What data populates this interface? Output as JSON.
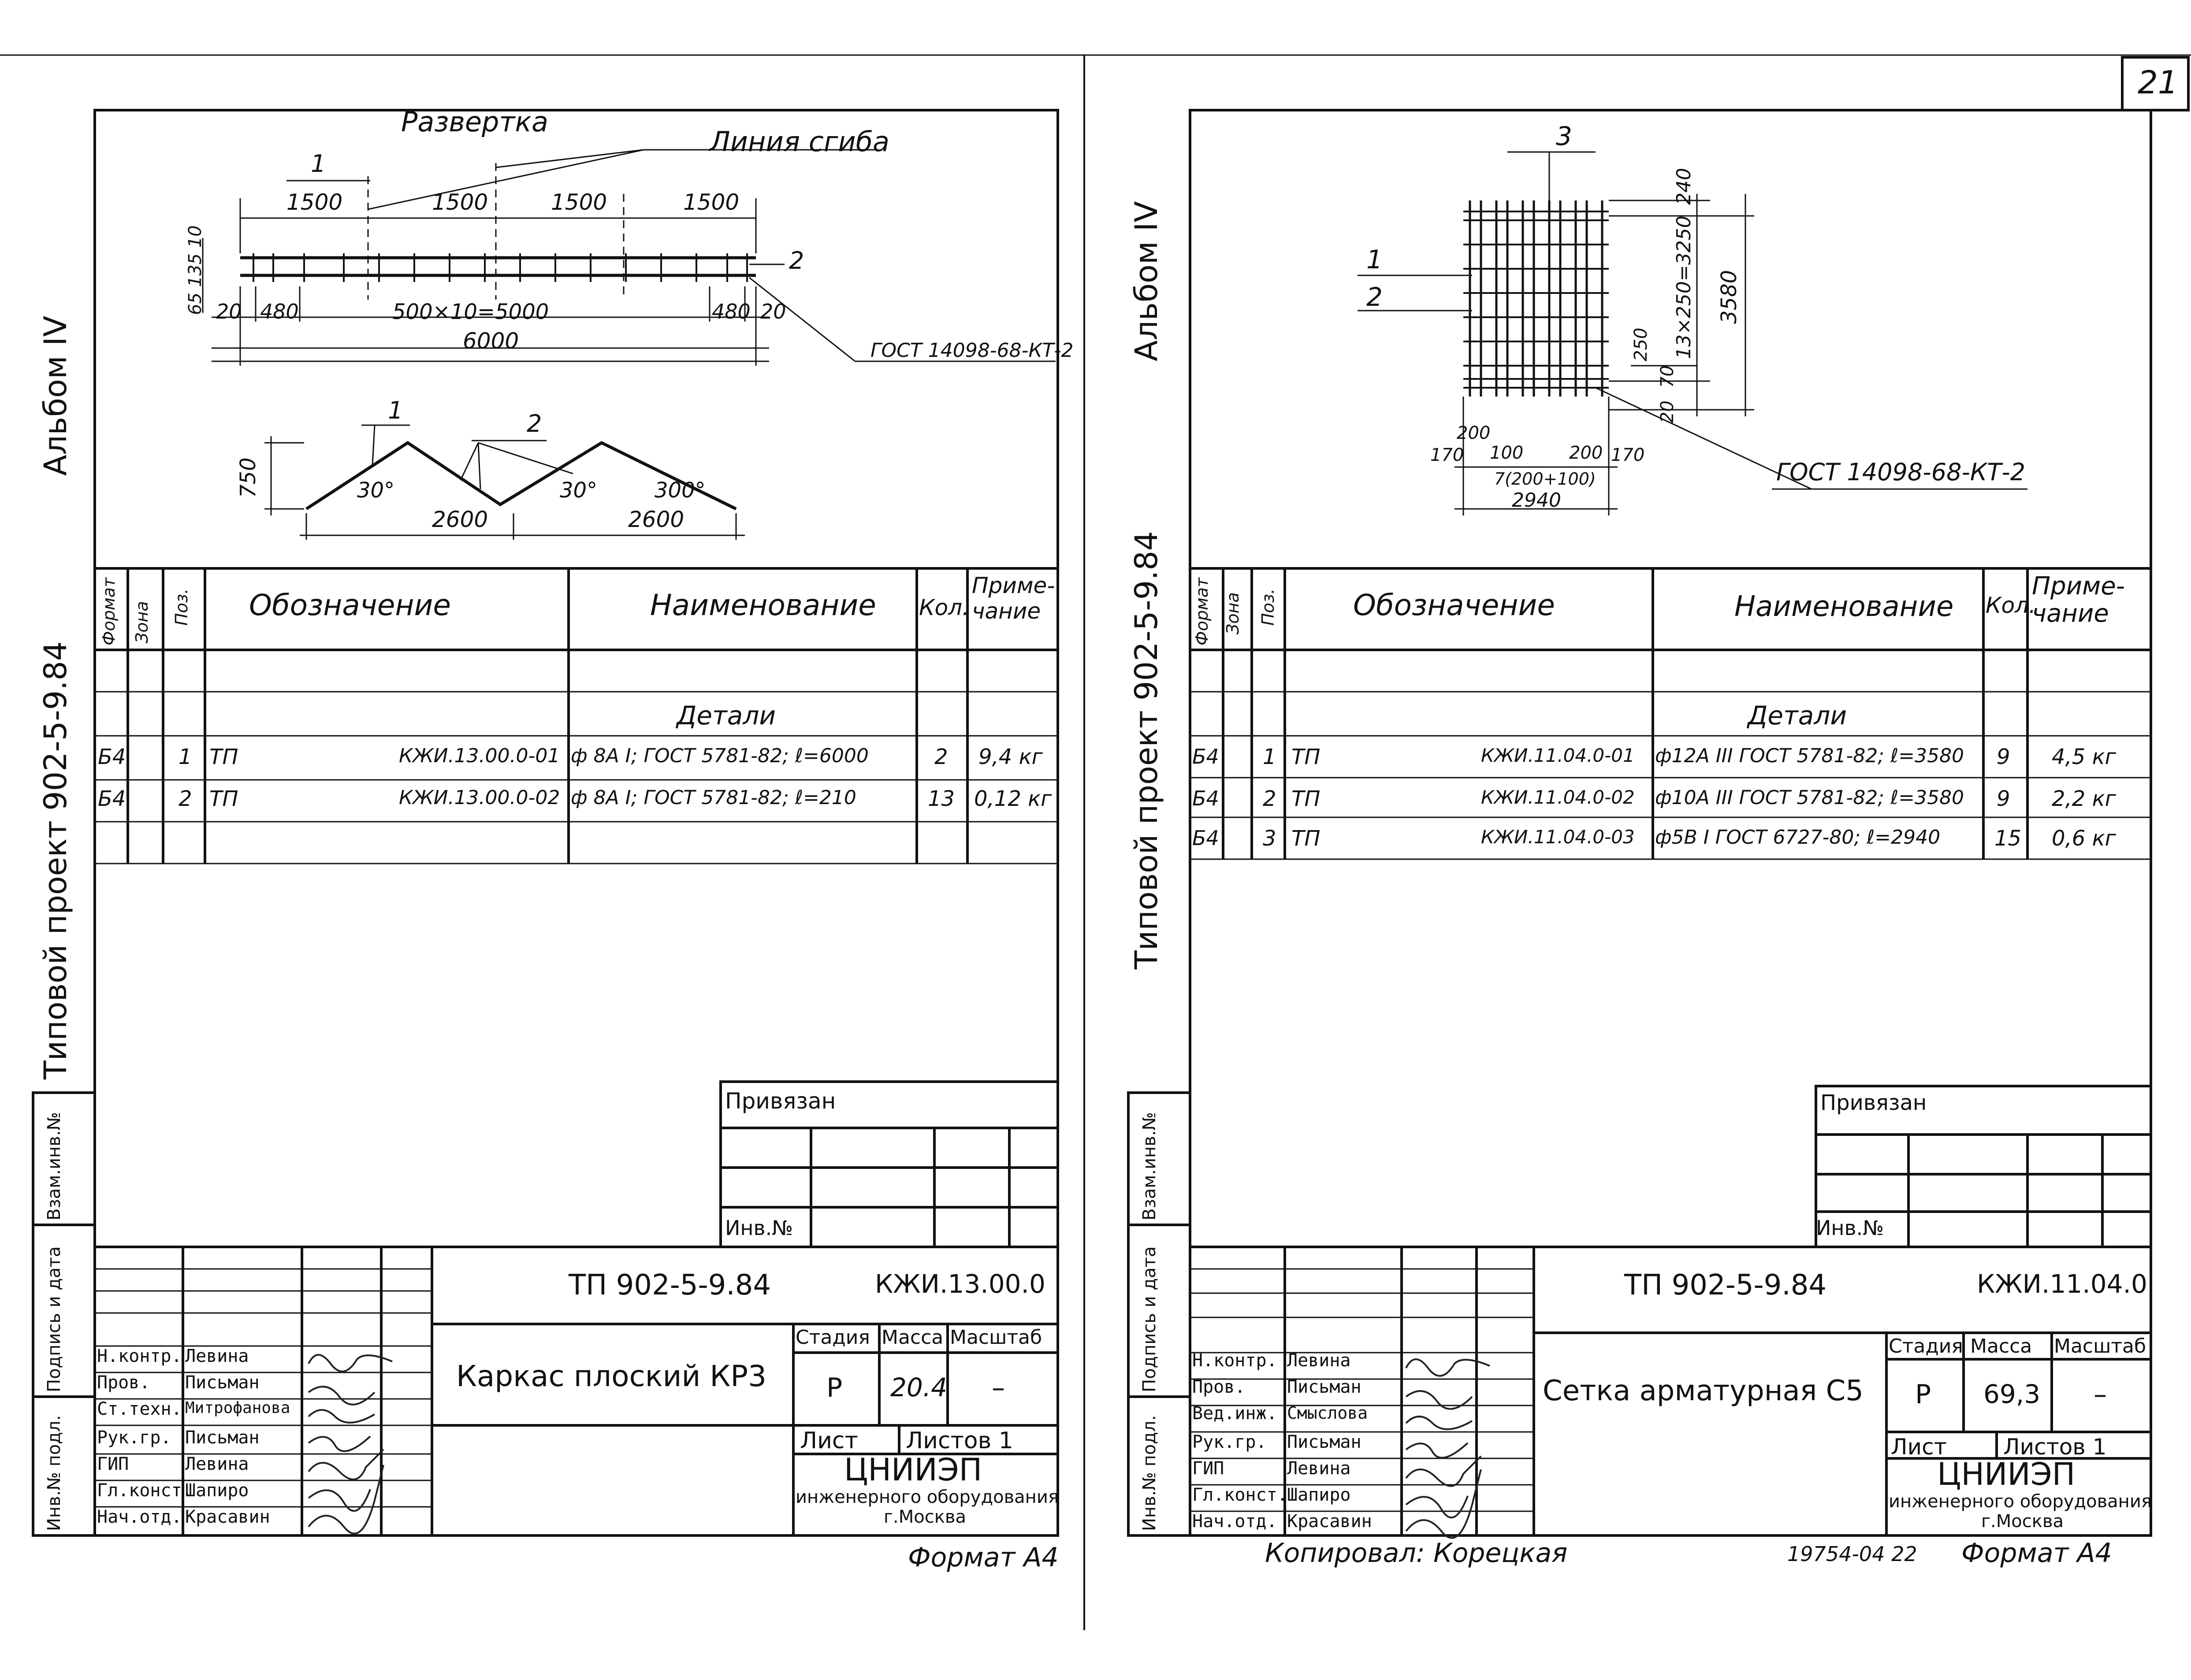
{
  "page_number": "21",
  "left": {
    "album": "Альбом IV",
    "project": "Типовой проект 902-5-9.84",
    "stamp_labels": [
      "Взам.инв.№",
      "Подпись и дата",
      "Инв.№ подл."
    ],
    "drawing": {
      "title_razvertka": "Развертка",
      "liniya": "Линия сгиба",
      "pos1": "1",
      "pos2": "2",
      "dim_1500a": "1500",
      "dim_1500b": "1500",
      "dim_1500c": "1500",
      "dim_1500d": "1500",
      "dim_20a": "20",
      "dim_480a": "480",
      "dim_mid": "500×10=5000",
      "dim_480b": "480",
      "dim_20b": "20",
      "dim_6000": "6000",
      "dim_vert": "65 135 10",
      "gost": "ГОСТ 14098-68-КТ-2",
      "pos1b": "1",
      "pos2b": "2",
      "dim_750": "750",
      "ang1": "30°",
      "ang2": "30°",
      "ang3": "300°",
      "dim_2600a": "2600",
      "dim_2600b": "2600"
    },
    "spec": {
      "h_format": "Формат",
      "h_zona": "Зона",
      "h_poz": "Поз.",
      "h_oboz": "Обозначение",
      "h_naim": "Наименование",
      "h_kol": "Кол.",
      "h_prim": "Приме-\nчание",
      "section": "Детали",
      "rows": [
        {
          "format": "Б4",
          "poz": "1",
          "tp": "ТП",
          "oboz": "КЖИ.13.00.0-01",
          "naim": "ф 8А I; ГОСТ 5781-82; ℓ=6000",
          "kol": "2",
          "prim": "9,4 кг"
        },
        {
          "format": "Б4",
          "poz": "2",
          "tp": "ТП",
          "oboz": "КЖИ.13.00.0-02",
          "naim": "ф 8А I; ГОСТ 5781-82; ℓ=210",
          "kol": "13",
          "prim": "0,12 кг"
        }
      ]
    },
    "privyazan": "Привязан",
    "inv": "Инв.№",
    "tb": {
      "code": "ТП 902-5-9.84",
      "doc": "КЖИ.13.00.0",
      "name": "Каркас плоский КР3",
      "stadiya_h": "Стадия",
      "massa_h": "Масса",
      "masshtab_h": "Масштаб",
      "stadiya": "Р",
      "massa": "20.4",
      "masshtab": "–",
      "list": "Лист",
      "listov": "Листов 1",
      "org1": "ЦНИИЭП",
      "org2": "инженерного оборудования",
      "org3": "г.Москва",
      "roles": [
        "Н.контр.",
        "Пров.",
        "Ст.техн.",
        "Рук.гр.",
        "ГИП",
        "Гл.конст.",
        "Нач.отд."
      ],
      "names": [
        "Левина",
        "Письман",
        "Митрофанова",
        "Письман",
        "Левина",
        "Шапиро",
        "Красавин"
      ]
    },
    "format": "Формат А4"
  },
  "right": {
    "album": "Альбом IV",
    "project": "Типовой проект 902-5-9.84",
    "stamp_labels": [
      "Взам.инв.№",
      "Подпись и дата",
      "Инв.№ подл."
    ],
    "drawing": {
      "pos3": "3",
      "pos1": "1",
      "pos2": "2",
      "dim_240": "240",
      "dim_13x250": "13×250=3250",
      "dim_3580": "3580",
      "dim_250": "250",
      "dim_70": "70",
      "dim_20": "20",
      "dim_200a": "200",
      "dim_170a": "170",
      "dim_100": "100",
      "dim_200b": "200",
      "dim_170b": "170",
      "dim_7x": "7(200+100)",
      "dim_2940": "2940",
      "gost": "ГОСТ 14098-68-КТ-2"
    },
    "spec": {
      "h_format": "Формат",
      "h_zona": "Зона",
      "h_poz": "Поз.",
      "h_oboz": "Обозначение",
      "h_naim": "Наименование",
      "h_kol": "Кол.",
      "h_prim": "Приме-\nчание",
      "section": "Детали",
      "rows": [
        {
          "format": "Б4",
          "poz": "1",
          "tp": "ТП",
          "oboz": "КЖИ.11.04.0-01",
          "naim": "ф12А III ГОСТ 5781-82; ℓ=3580",
          "kol": "9",
          "prim": "4,5 кг"
        },
        {
          "format": "Б4",
          "poz": "2",
          "tp": "ТП",
          "oboz": "КЖИ.11.04.0-02",
          "naim": "ф10А III ГОСТ 5781-82; ℓ=3580",
          "kol": "9",
          "prim": "2,2 кг"
        },
        {
          "format": "Б4",
          "poz": "3",
          "tp": "ТП",
          "oboz": "КЖИ.11.04.0-03",
          "naim": "ф5В I ГОСТ 6727-80; ℓ=2940",
          "kol": "15",
          "prim": "0,6 кг"
        }
      ]
    },
    "privyazan": "Привязан",
    "inv": "Инв.№",
    "tb": {
      "code": "ТП 902-5-9.84",
      "doc": "КЖИ.11.04.0",
      "name": "Сетка арматурная С5",
      "stadiya_h": "Стадия",
      "massa_h": "Масса",
      "masshtab_h": "Масштаб",
      "stadiya": "Р",
      "massa": "69,3",
      "masshtab": "–",
      "list": "Лист",
      "listov": "Листов 1",
      "org1": "ЦНИИЭП",
      "org2": "инженерного оборудования",
      "org3": "г.Москва",
      "roles": [
        "Н.контр.",
        "Пров.",
        "Вед.инж.",
        "Рук.гр.",
        "ГИП",
        "Гл.конст.",
        "Нач.отд."
      ],
      "names": [
        "Левина",
        "Письман",
        "Смыслова",
        "Письман",
        "Левина",
        "Шапиро",
        "Красавин"
      ]
    },
    "kopiroval": "Копировал: Корецкая",
    "order": "19754-04 22",
    "format": "Формат А4"
  }
}
